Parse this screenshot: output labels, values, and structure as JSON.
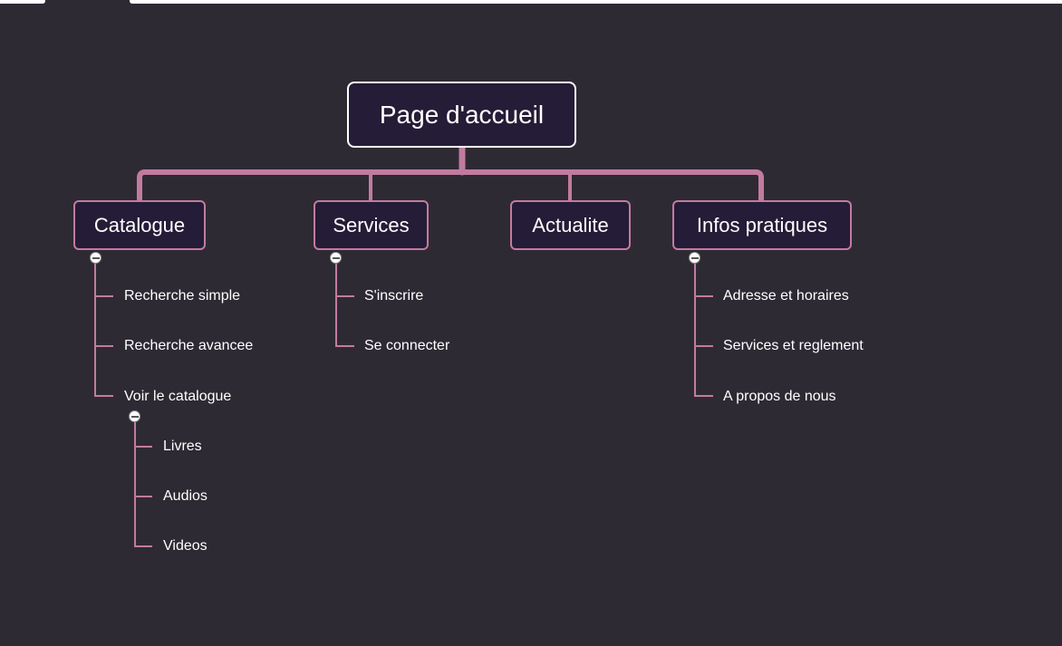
{
  "colors": {
    "background": "#2e2a33",
    "node_fill": "#251c37",
    "branch_border": "#c27ba0",
    "root_border": "#ffffff",
    "connector": "#c27ba0",
    "text": "#ffffff"
  },
  "icons": [
    "collapse-icon"
  ],
  "mindmap": {
    "root": "Page d'accueil",
    "branches": [
      {
        "label": "Catalogue",
        "children": [
          {
            "label": "Recherche simple"
          },
          {
            "label": "Recherche avancee"
          },
          {
            "label": "Voir le catalogue",
            "children": [
              {
                "label": "Livres"
              },
              {
                "label": "Audios"
              },
              {
                "label": "Videos"
              }
            ]
          }
        ]
      },
      {
        "label": "Services",
        "children": [
          {
            "label": "S'inscrire"
          },
          {
            "label": "Se connecter"
          }
        ]
      },
      {
        "label": "Actualite",
        "children": []
      },
      {
        "label": "Infos pratiques",
        "children": [
          {
            "label": "Adresse et horaires"
          },
          {
            "label": "Services et reglement"
          },
          {
            "label": "A propos de nous"
          }
        ]
      }
    ]
  }
}
